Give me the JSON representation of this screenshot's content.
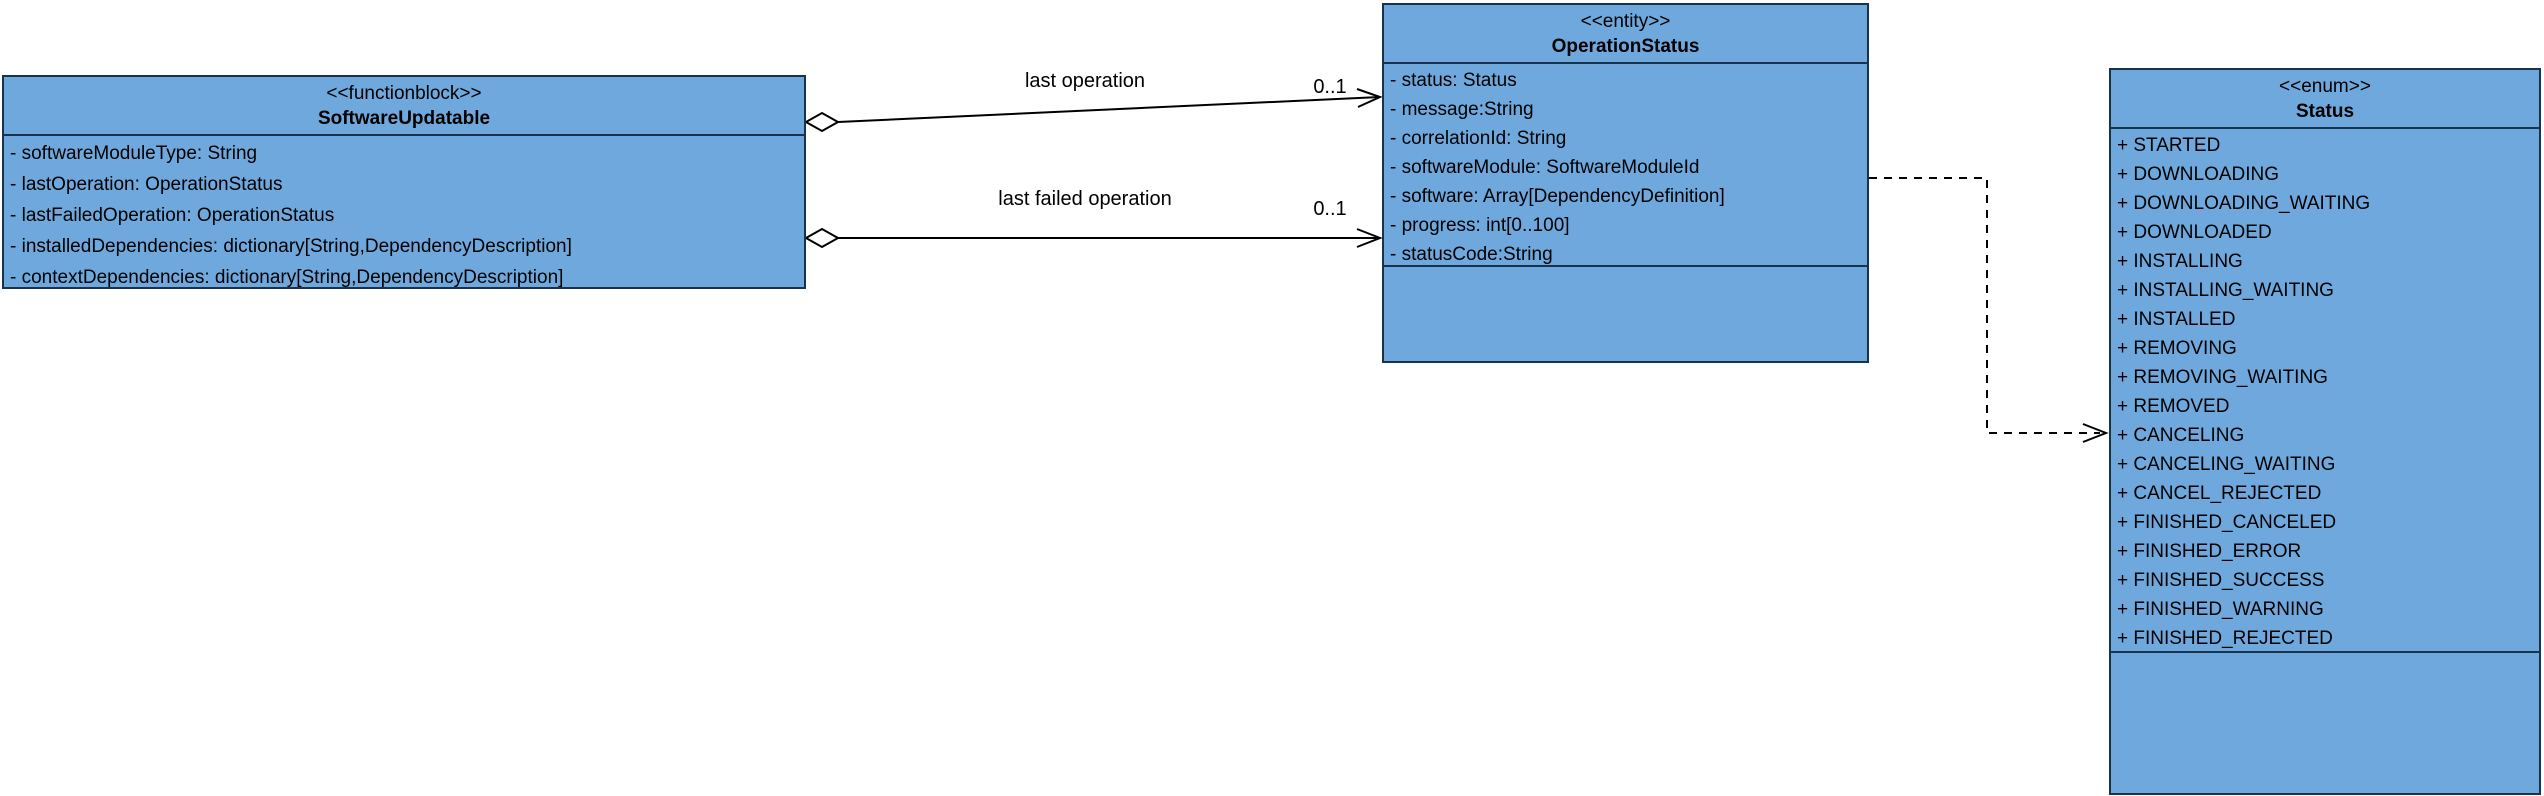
{
  "diagram": {
    "colors": {
      "box_fill": "#6FA8DC",
      "box_stroke": "#17334D",
      "text": "#000000",
      "muted_text": "#848484",
      "edge": "#000000"
    },
    "software_updatable": {
      "stereotype": "<<functionblock>>",
      "name": "SoftwareUpdatable",
      "attributes": [
        {
          "text": "- softwareModuleType: String",
          "muted": false
        },
        {
          "text": "- lastOperation: OperationStatus",
          "muted": false
        },
        {
          "text": "- lastFailedOperation: OperationStatus",
          "muted": false
        },
        {
          "text": "- installedDependencies: dictionary[String,DependencyDescription]",
          "muted": true
        },
        {
          "text": "- contextDependencies: dictionary[String,DependencyDescription]",
          "muted": true
        }
      ]
    },
    "operation_status": {
      "stereotype": "<<entity>>",
      "name": "OperationStatus",
      "attributes": [
        {
          "text": "- status: Status",
          "muted": false
        },
        {
          "text": "- message:String",
          "muted": false
        },
        {
          "text": "- correlationId: String",
          "muted": false
        },
        {
          "text": "- softwareModule: SoftwareModuleId",
          "muted": true
        },
        {
          "text": "- software: Array[DependencyDefinition]",
          "muted": true
        },
        {
          "text": "- progress: int[0..100]",
          "muted": true
        },
        {
          "text": "- statusCode:String",
          "muted": true
        }
      ]
    },
    "status_enum": {
      "stereotype": "<<enum>>",
      "name": "Status",
      "values": [
        "+ STARTED",
        "+ DOWNLOADING",
        "+ DOWNLOADING_WAITING",
        "+ DOWNLOADED",
        "+ INSTALLING",
        "+ INSTALLING_WAITING",
        "+ INSTALLED",
        "+ REMOVING",
        "+ REMOVING_WAITING",
        "+ REMOVED",
        "+ CANCELING",
        "+ CANCELING_WAITING",
        "+ CANCEL_REJECTED",
        "+ FINISHED_CANCELED",
        "+ FINISHED_ERROR",
        "+ FINISHED_SUCCESS",
        "+ FINISHED_WARNING",
        "+ FINISHED_REJECTED"
      ]
    },
    "edges": {
      "last_operation": {
        "label": "last operation",
        "multiplicity": "0..1"
      },
      "last_failed_operation": {
        "label": "last failed operation",
        "multiplicity": "0..1"
      }
    }
  }
}
